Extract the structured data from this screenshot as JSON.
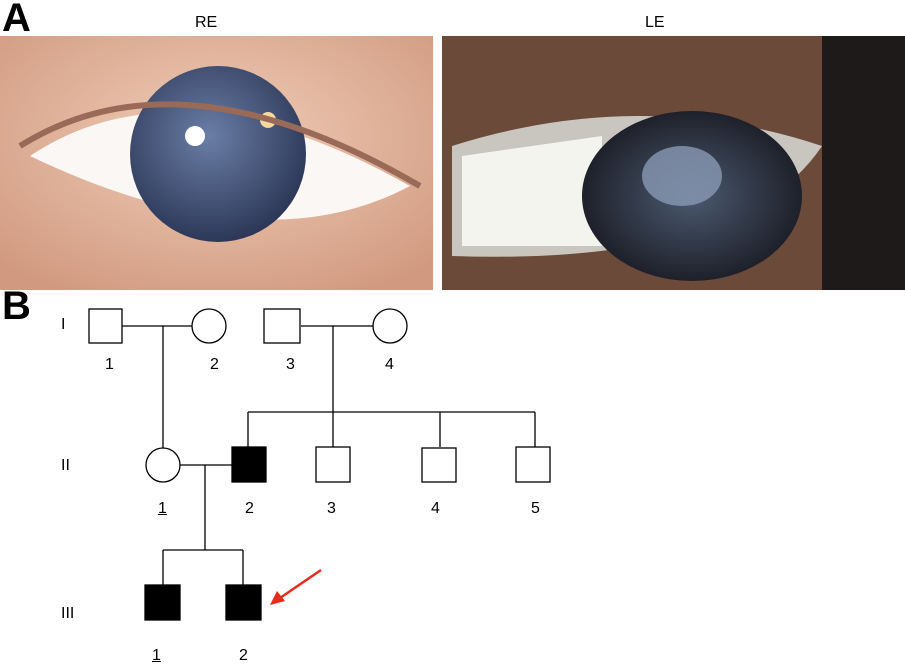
{
  "panel_a": {
    "letter": "A",
    "right_eye_label": "RE",
    "left_eye_label": "LE"
  },
  "panel_b": {
    "letter": "B",
    "generations": [
      "I",
      "II",
      "III"
    ],
    "gen1": [
      "1",
      "2",
      "3",
      "4"
    ],
    "gen2": [
      "1",
      "2",
      "3",
      "4",
      "5"
    ],
    "gen3": [
      "1",
      "2"
    ],
    "affected_color": "#000000",
    "arrow_color": "#e8291c"
  }
}
